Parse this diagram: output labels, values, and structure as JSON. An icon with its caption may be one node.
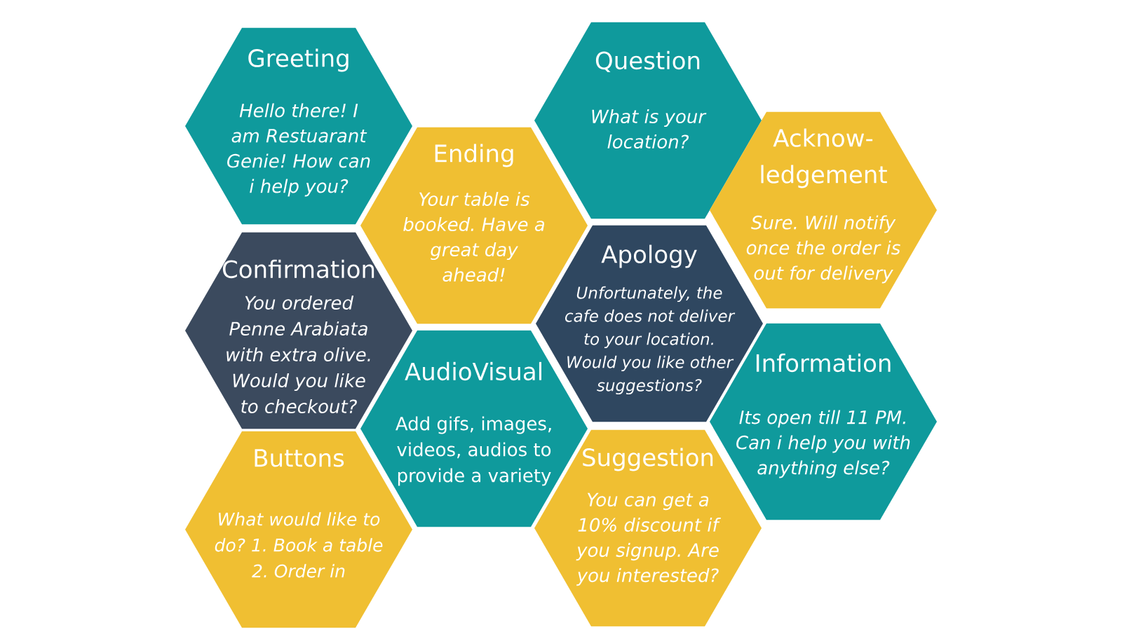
{
  "diagram": {
    "nodes": [
      {
        "text": [
          "Greeting",
          "Hello there! I am Restuarant Genie! How can i help you?"
        ]
      },
      {
        "text": [
          "Question",
          "What is your location?"
        ]
      },
      {
        "text": [
          "Ending",
          "Your table is booked. Have a great day ahead!"
        ]
      },
      {
        "text": [
          "Acknow- ledgement",
          "Sure. Will notify once the order is out for delivery"
        ]
      },
      {
        "text": [
          "Confirmation",
          "You ordered Penne Arabiata with extra olive. Would you like to checkout?"
        ]
      },
      {
        "text": [
          "Apology",
          "Unfortunately, the cafe does not deliver to your location. Would you like other suggestions?"
        ]
      },
      {
        "text": [
          "AudioVisual",
          "Add gifs, images, videos, audios to provide a variety"
        ]
      },
      {
        "text": [
          "Information",
          "Its open till 11 PM. Can i help you with anything else?"
        ]
      },
      {
        "text": [
          "Buttons",
          "What would like to do? 1. Book a table 2. Order in"
        ]
      },
      {
        "text": [
          "Suggestion",
          "You can get a 10% discount if you signup. Are you interested?"
        ]
      }
    ]
  }
}
